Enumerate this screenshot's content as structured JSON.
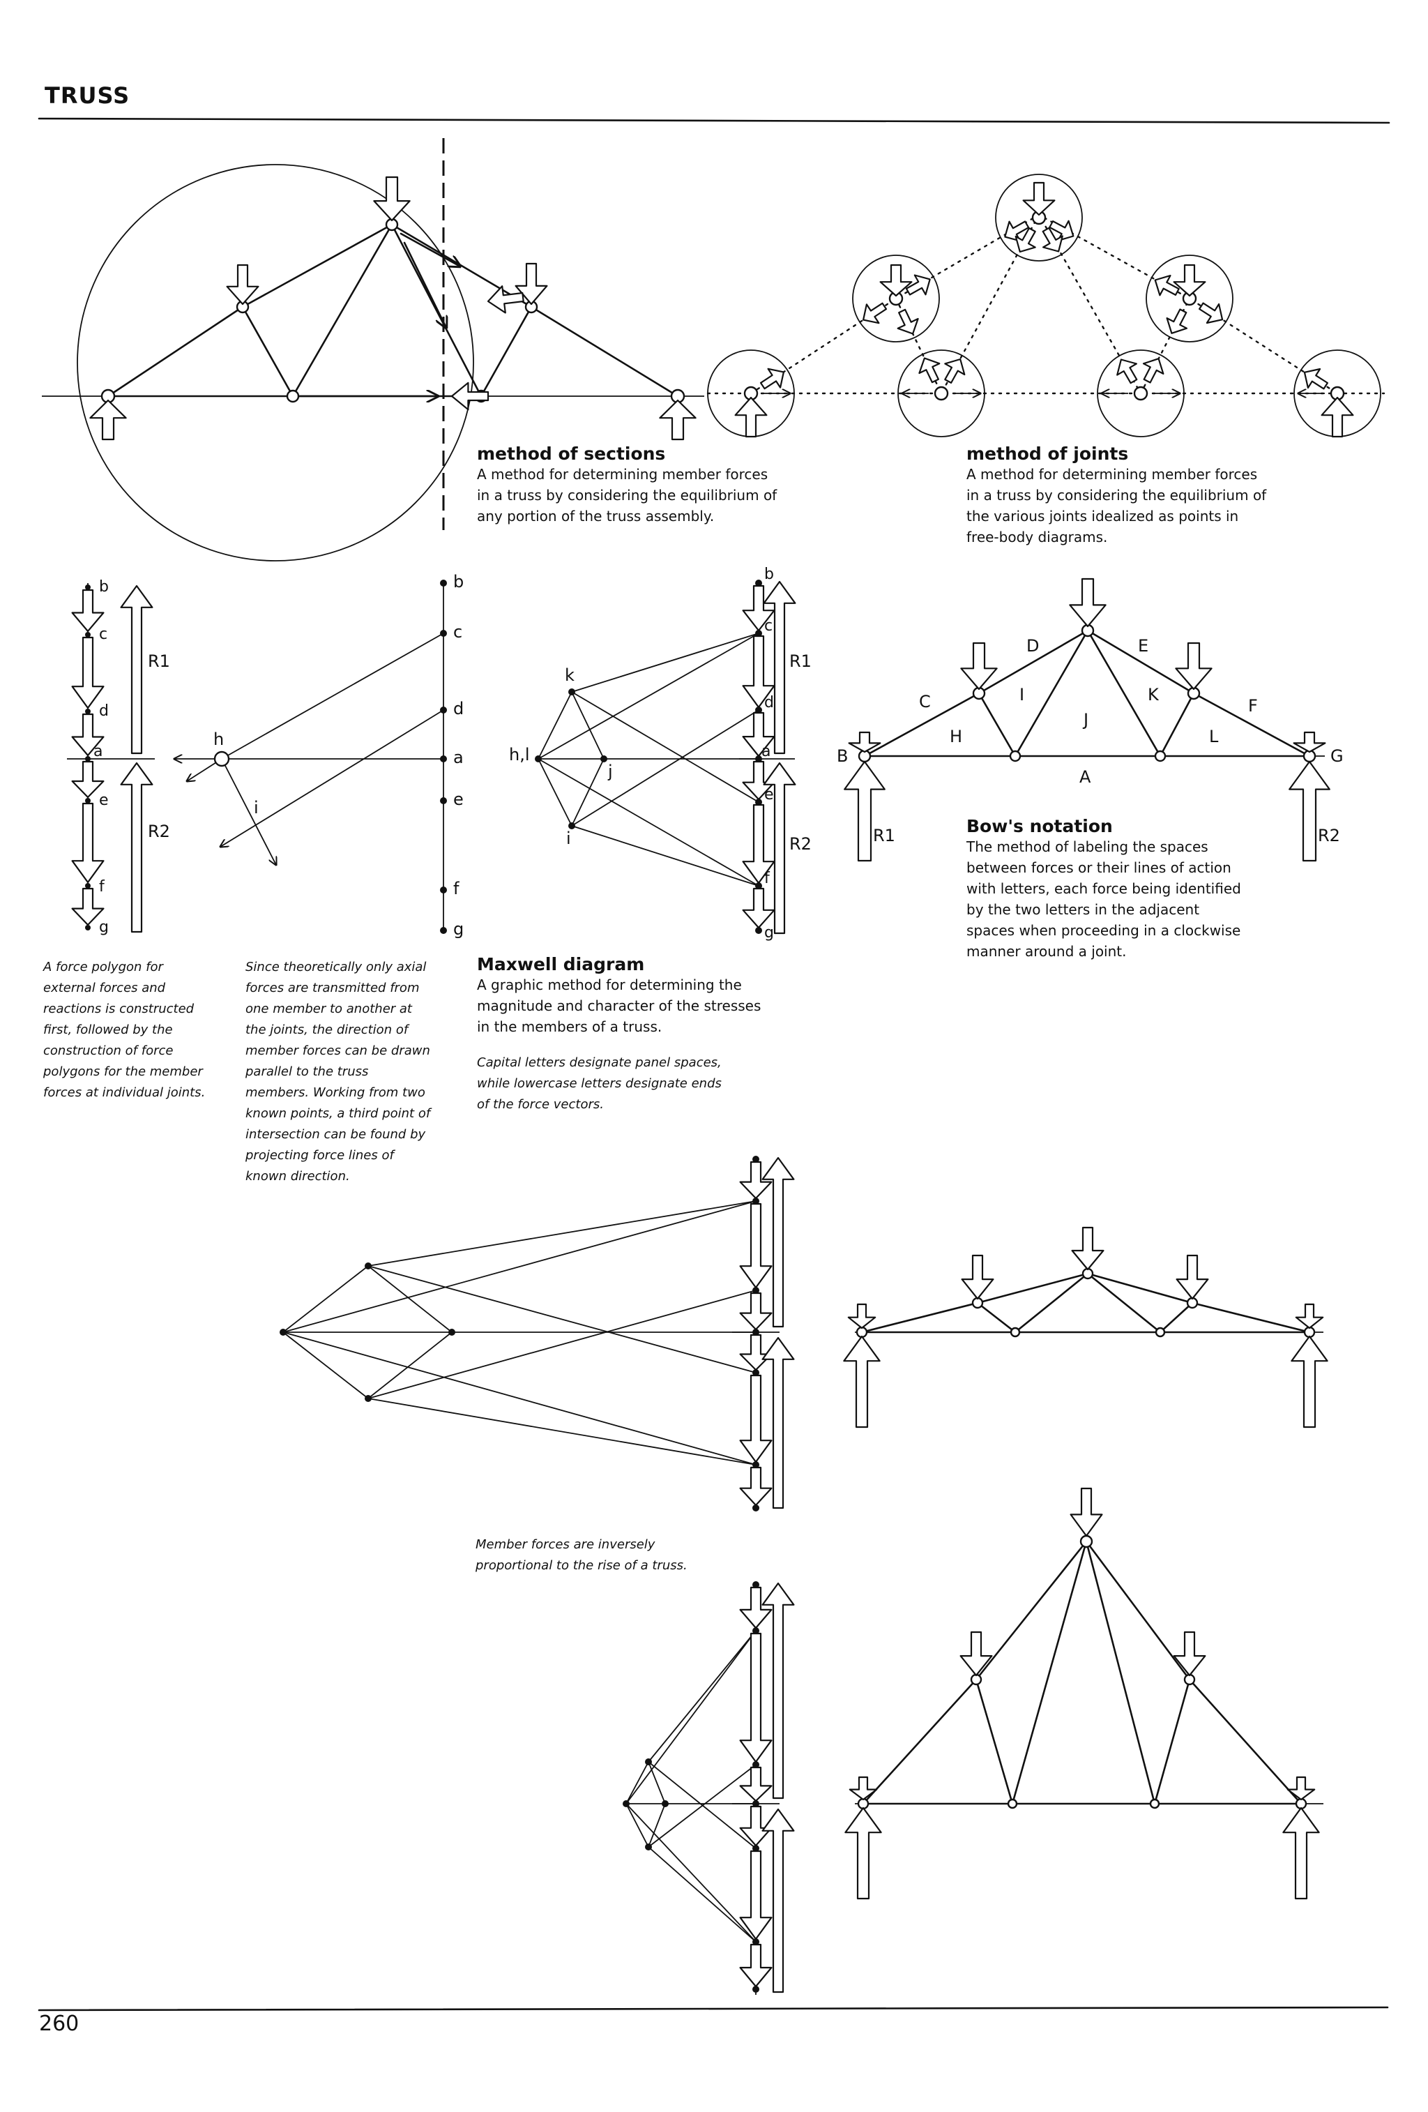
{
  "header": {
    "title": "TRUSS"
  },
  "captions": {
    "method_of_sections": {
      "heading": "method of sections",
      "body": [
        "A method for determining member forces",
        "in a truss by considering the equilibrium of",
        "any portion of the truss assembly."
      ]
    },
    "method_of_joints": {
      "heading": "method of joints",
      "body": [
        "A method for determining member forces",
        "in a truss by considering the equilibrium of",
        "the various joints idealized as points in",
        "free-body diagrams."
      ]
    },
    "bows_notation": {
      "heading": "Bow's notation",
      "body": [
        "The method of labeling the spaces",
        "between forces or their lines of action",
        "with letters, each force being identified",
        "by the two letters in the adjacent",
        "spaces when proceeding in a clockwise",
        "manner around a joint."
      ]
    },
    "force_polygon": {
      "body": [
        "A force polygon for",
        "external forces and",
        "reactions is constructed",
        "first, followed by the",
        "construction of force",
        "polygons for the member",
        "forces at individual joints."
      ]
    },
    "axial_forces": {
      "body": [
        "Since theoretically only axial",
        "forces are transmitted from",
        "one member to another at",
        "the joints, the direction of",
        "member forces can be drawn",
        "parallel to the truss",
        "members. Working from two",
        "known points, a third point of",
        "intersection can be found by",
        "projecting force lines of",
        "known direction."
      ]
    },
    "maxwell_diagram": {
      "heading": "Maxwell diagram",
      "body": [
        "A graphic method for determining the",
        "magnitude and character of the stresses",
        "in the members of a truss."
      ],
      "note": [
        "Capital letters designate panel spaces,",
        "while lowercase letters designate ends",
        "of the force vectors."
      ]
    },
    "member_forces_rise": {
      "body": [
        "Member forces are inversely",
        "proportional to the rise of a truss."
      ]
    }
  },
  "diagram_labels": {
    "polygon_left": [
      "b",
      "c",
      "d",
      "a",
      "e",
      "f",
      "g"
    ],
    "reactions": [
      "R1",
      "R2"
    ],
    "middle_points": [
      "b",
      "c",
      "d",
      "a",
      "e",
      "f",
      "g",
      "h",
      "i"
    ],
    "maxwell_points": [
      "k",
      "h,l",
      "j",
      "i",
      "b",
      "c",
      "d",
      "a",
      "e",
      "f",
      "g"
    ],
    "bows_spaces": [
      "A",
      "B",
      "C",
      "D",
      "E",
      "F",
      "G",
      "H",
      "I",
      "J",
      "K",
      "L"
    ]
  },
  "footer": {
    "page_number": "260"
  }
}
